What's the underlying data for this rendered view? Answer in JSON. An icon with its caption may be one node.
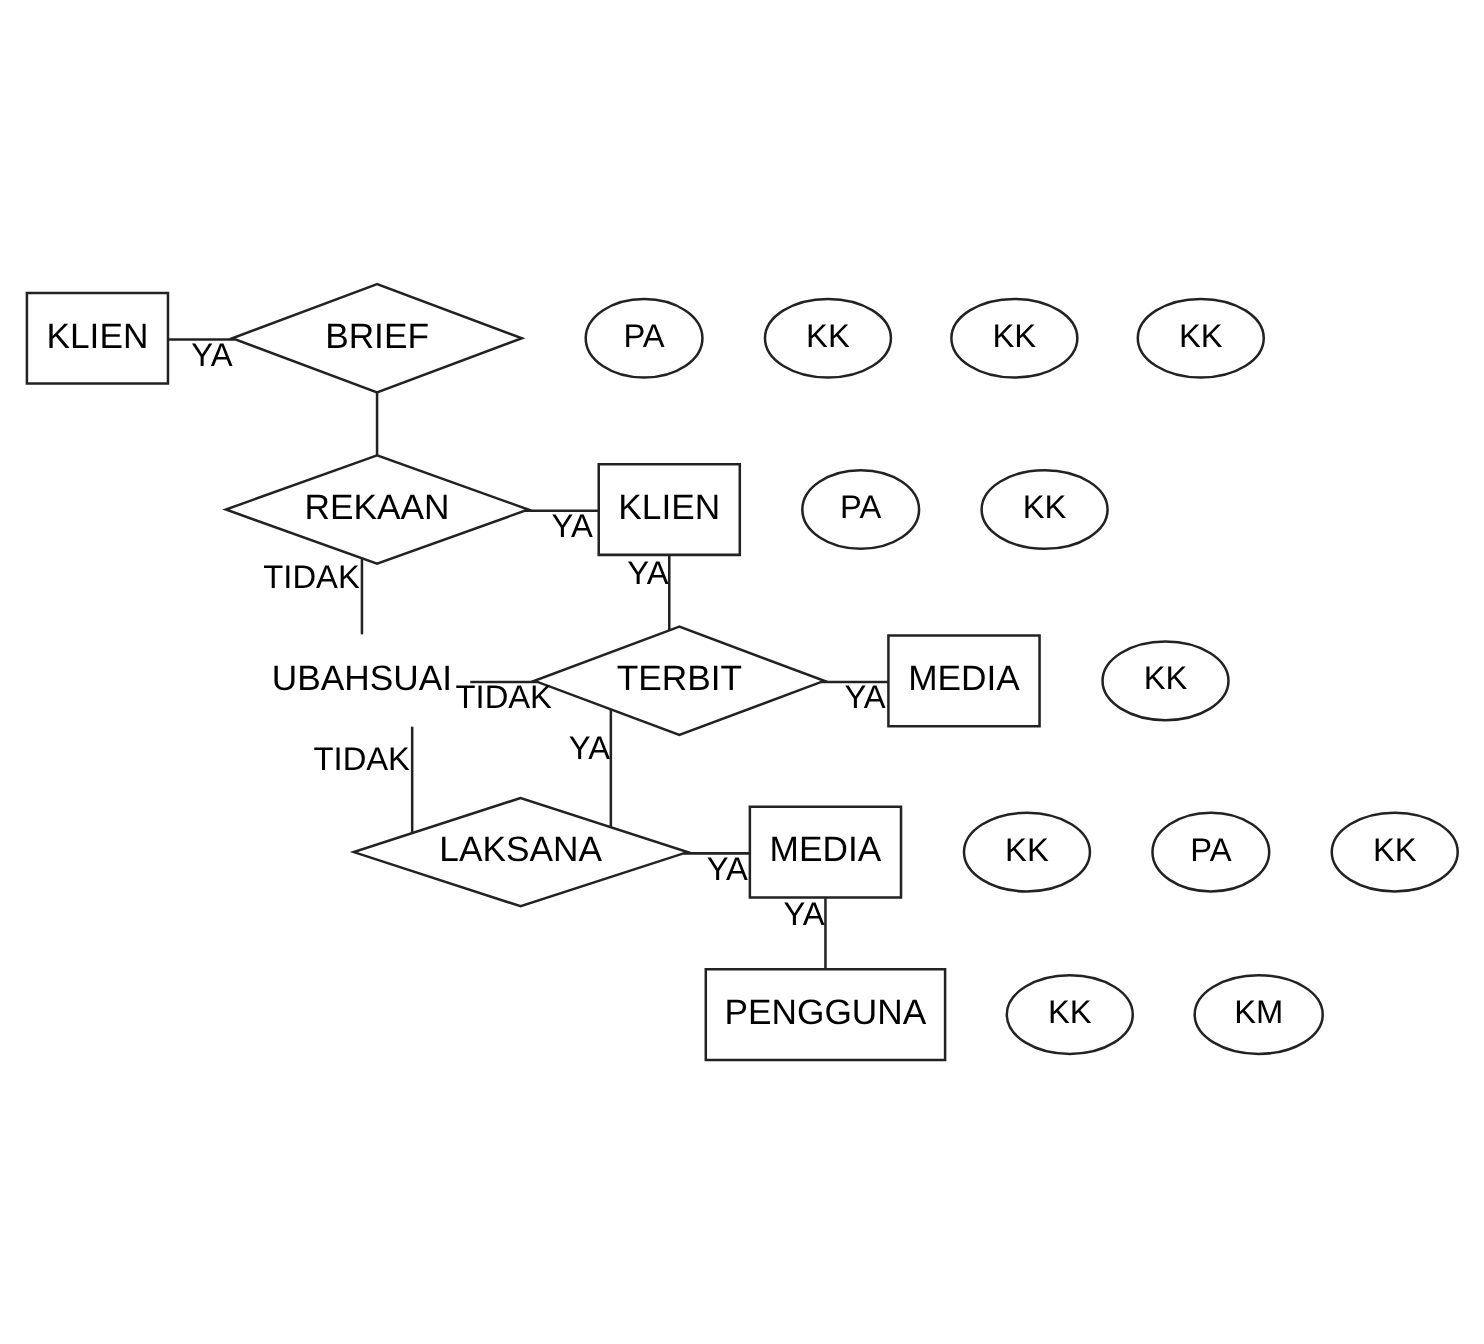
{
  "diagram": {
    "nodes": [
      {
        "text": [
          "KLIEN"
        ]
      },
      {
        "text": [
          "BRIEF"
        ]
      },
      {
        "text": [
          "PA"
        ]
      },
      {
        "text": [
          "KK"
        ]
      },
      {
        "text": [
          "REKAAN"
        ]
      },
      {
        "text": [
          "KLIEN"
        ]
      },
      {
        "text": [
          "PA"
        ]
      },
      {
        "text": [
          "KK"
        ]
      },
      {
        "text": [
          "KK"
        ]
      },
      {
        "text": [
          "UBAHSUAI"
        ]
      },
      {
        "text": [
          "TERBIT"
        ]
      },
      {
        "text": [
          "MEDIA"
        ]
      },
      {
        "text": [
          "KK"
        ]
      },
      {
        "text": [
          "KK"
        ]
      },
      {
        "text": [
          "KK"
        ]
      },
      {
        "text": [
          "PA"
        ]
      },
      {
        "text": [
          "KK"
        ]
      },
      {
        "text": [
          "LAKSANA"
        ]
      },
      {
        "text": [
          "MEDIA"
        ]
      },
      {
        "text": [
          "KK"
        ]
      },
      {
        "text": [
          "KM"
        ]
      },
      {
        "text": [
          "PENGGUNA"
        ]
      }
    ],
    "edges": [
      {
        "from": 0,
        "to": 1,
        "arrow": "none",
        "label": "YA"
      },
      {
        "from": 1,
        "to": 4,
        "arrow": "none"
      },
      {
        "from": 4,
        "to": 5,
        "arrow": "none",
        "label": "YA"
      },
      {
        "from": 5,
        "to": 10,
        "arrow": "none",
        "label": "YA"
      },
      {
        "from": 4,
        "to": 9,
        "arrow": "none",
        "label": "TIDAK"
      },
      {
        "from": 9,
        "to": 10,
        "arrow": "none",
        "label": "TIDAK"
      },
      {
        "from": 10,
        "to": 11,
        "arrow": "none",
        "label": "YA"
      },
      {
        "from": 10,
        "to": 17,
        "arrow": "none",
        "label": "YA"
      },
      {
        "from": 9,
        "to": 17,
        "arrow": "none",
        "label": "TIDAK"
      },
      {
        "from": 17,
        "to": 18,
        "arrow": "none",
        "label": "YA"
      },
      {
        "from": 18,
        "to": 21,
        "arrow": "none",
        "label": "YA"
      }
    ]
  }
}
